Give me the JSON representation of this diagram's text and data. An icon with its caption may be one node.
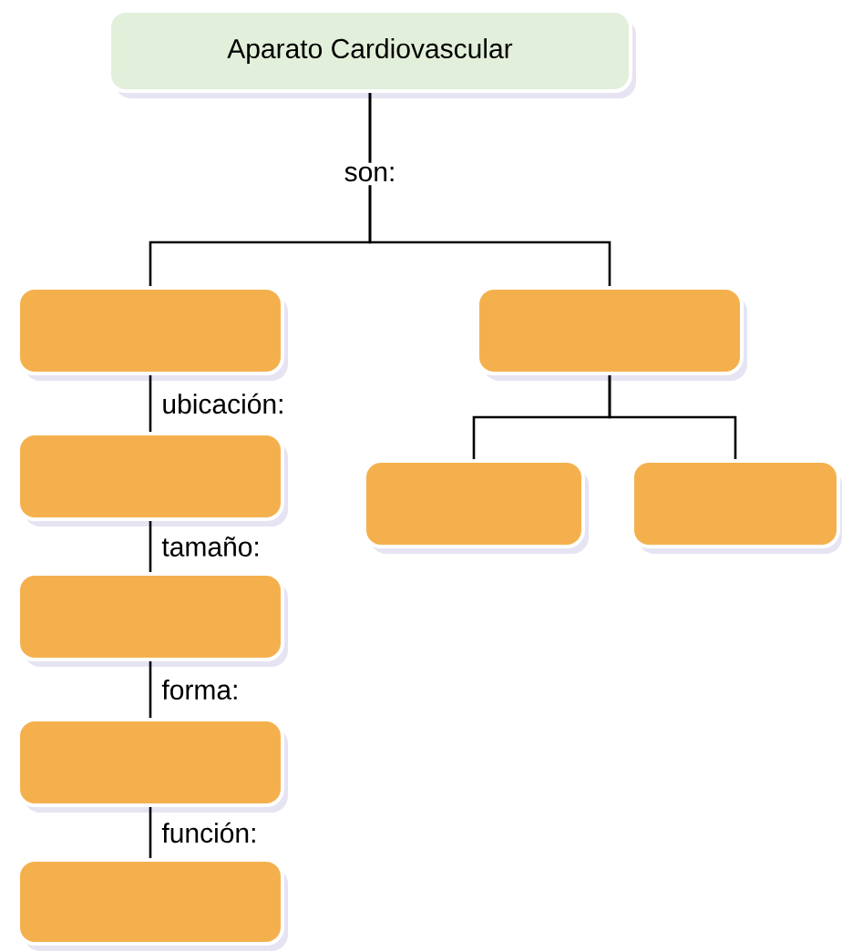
{
  "diagram": {
    "nodes": [
      {
        "text": [
          "Aparato Cardiovascular"
        ]
      },
      {
        "text": [],
        "shape": "box"
      },
      {
        "text": [],
        "shape": "box"
      },
      {
        "text": [],
        "shape": "box"
      },
      {
        "text": [],
        "shape": "box"
      },
      {
        "text": [],
        "shape": "box"
      },
      {
        "text": [],
        "shape": "box"
      },
      {
        "text": [],
        "shape": "box"
      },
      {
        "text": [],
        "shape": "box"
      }
    ],
    "edges": [
      {
        "from": 0,
        "to": 1,
        "arrow": "none",
        "label": "son:"
      },
      {
        "from": 0,
        "to": 2,
        "arrow": "none"
      },
      {
        "from": 1,
        "to": 3,
        "arrow": "none",
        "label": "ubicación:"
      },
      {
        "from": 3,
        "to": 4,
        "arrow": "none",
        "label": "tamaño:"
      },
      {
        "from": 4,
        "to": 5,
        "arrow": "none",
        "label": "forma:"
      },
      {
        "from": 5,
        "to": 6,
        "arrow": "none",
        "label": "función:"
      },
      {
        "from": 2,
        "to": 7,
        "arrow": "none"
      },
      {
        "from": 2,
        "to": 8,
        "arrow": "none"
      }
    ]
  }
}
